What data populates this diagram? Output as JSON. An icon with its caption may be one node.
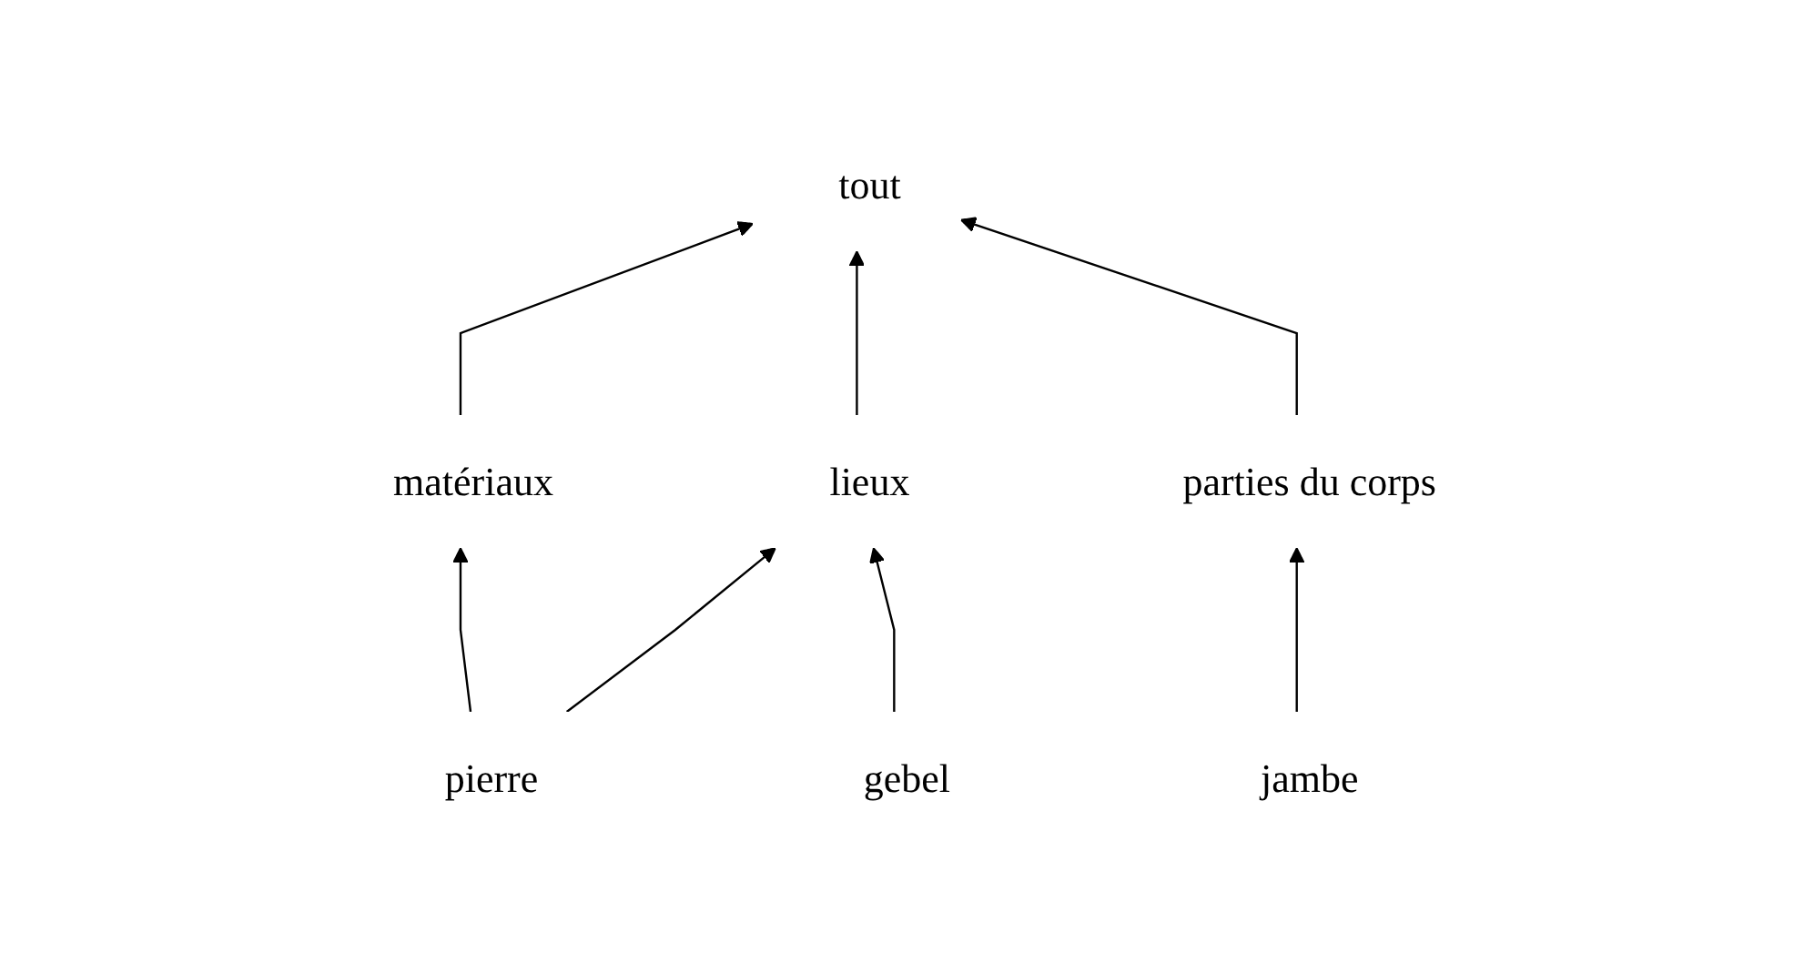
{
  "diagram": {
    "nodes": [
      {
        "text": [
          "tout"
        ]
      },
      {
        "text": [
          "matériaux"
        ]
      },
      {
        "text": [
          "lieux"
        ]
      },
      {
        "text": [
          "parties du corps"
        ]
      },
      {
        "text": [
          "pierre"
        ]
      },
      {
        "text": [
          "gebel"
        ]
      },
      {
        "text": [
          "jambe"
        ]
      }
    ],
    "edges": [
      {
        "from": 1,
        "to": 0,
        "arrow": "to"
      },
      {
        "from": 2,
        "to": 0,
        "arrow": "to"
      },
      {
        "from": 3,
        "to": 0,
        "arrow": "to"
      },
      {
        "from": 4,
        "to": 1,
        "arrow": "to"
      },
      {
        "from": 4,
        "to": 2,
        "arrow": "to"
      },
      {
        "from": 5,
        "to": 2,
        "arrow": "to"
      },
      {
        "from": 6,
        "to": 3,
        "arrow": "to"
      }
    ]
  }
}
